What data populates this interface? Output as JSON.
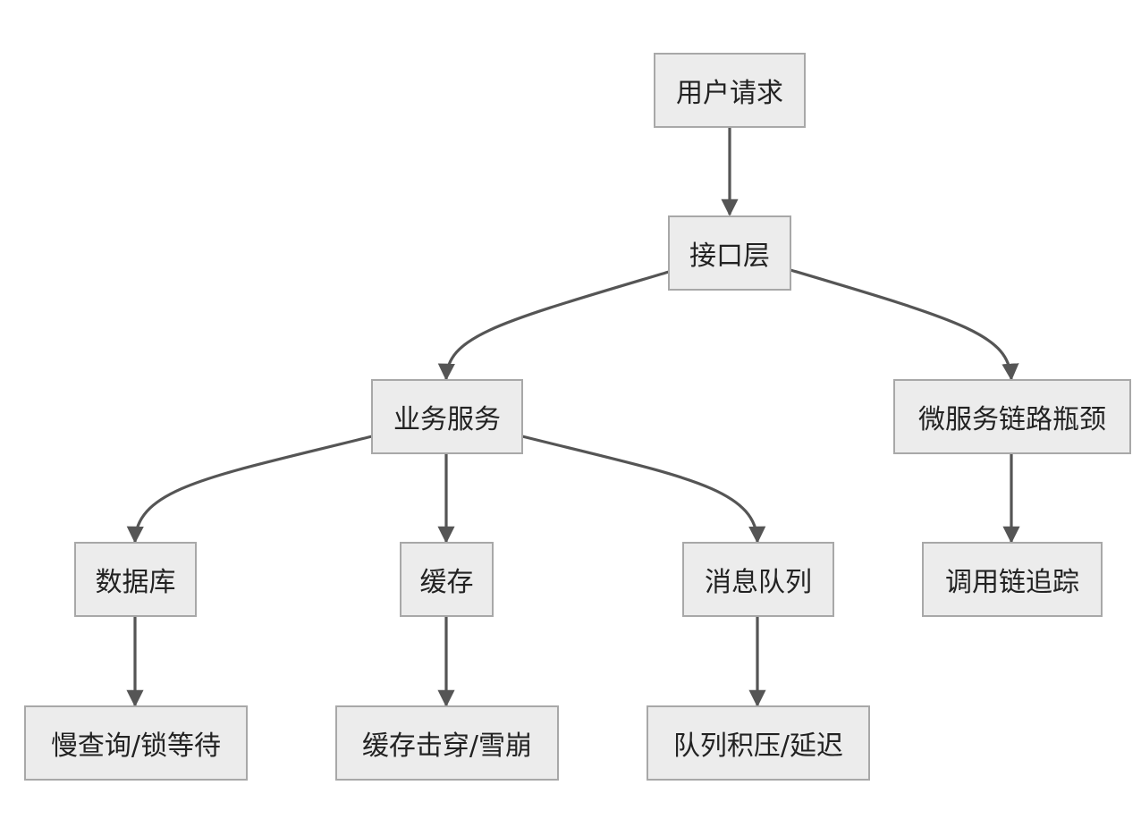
{
  "diagram": {
    "nodes": {
      "user_request": "用户请求",
      "api_layer": "接口层",
      "business_service": "业务服务",
      "microservice_bottleneck": "微服务链路瓶颈",
      "database": "数据库",
      "cache": "缓存",
      "message_queue": "消息队列",
      "call_chain_tracing": "调用链追踪",
      "slow_query_lock_wait": "慢查询/锁等待",
      "cache_penetration_avalanche": "缓存击穿/雪崩",
      "queue_backlog_delay": "队列积压/延迟"
    },
    "edges": [
      {
        "from": "用户请求",
        "to": "接口层"
      },
      {
        "from": "接口层",
        "to": "业务服务"
      },
      {
        "from": "接口层",
        "to": "微服务链路瓶颈"
      },
      {
        "from": "业务服务",
        "to": "数据库"
      },
      {
        "from": "业务服务",
        "to": "缓存"
      },
      {
        "from": "业务服务",
        "to": "消息队列"
      },
      {
        "from": "微服务链路瓶颈",
        "to": "调用链追踪"
      },
      {
        "from": "数据库",
        "to": "慢查询/锁等待"
      },
      {
        "from": "缓存",
        "to": "缓存击穿/雪崩"
      },
      {
        "from": "消息队列",
        "to": "队列积压/延迟"
      }
    ],
    "colors": {
      "node_fill": "#ececec",
      "node_border": "#a8a8a8",
      "edge": "#555555",
      "text": "#222222"
    }
  }
}
